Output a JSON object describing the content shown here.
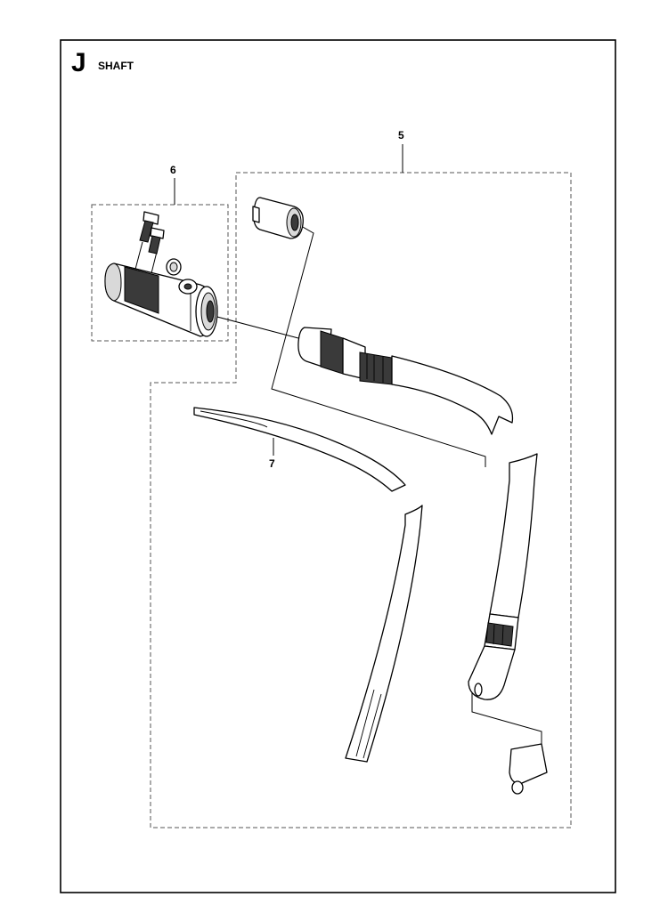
{
  "header": {
    "section_letter": "J",
    "section_title": "SHAFT"
  },
  "callouts": [
    {
      "id": "part-5",
      "label": "5"
    },
    {
      "id": "part-6",
      "label": "6"
    },
    {
      "id": "part-7",
      "label": "7"
    }
  ]
}
